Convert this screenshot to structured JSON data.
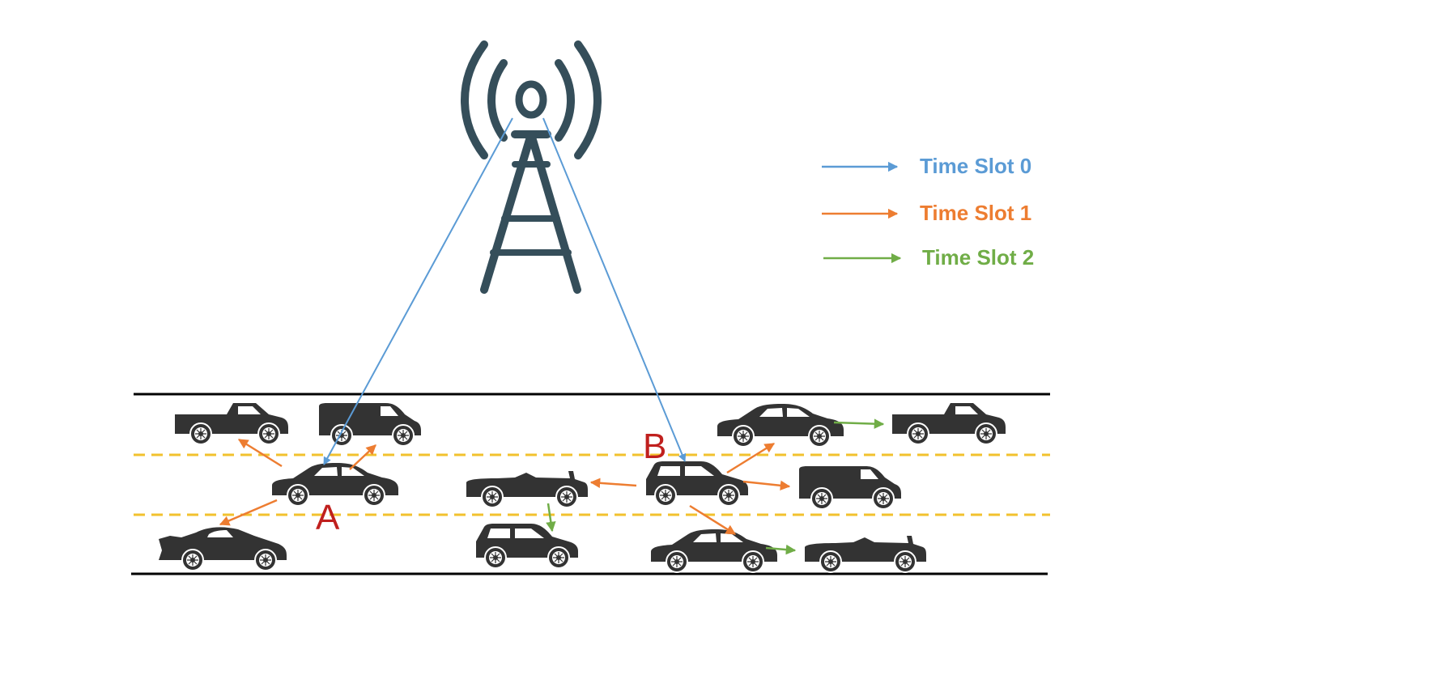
{
  "colors": {
    "slot0": "#5B9BD5",
    "slot1": "#ED7D31",
    "slot2": "#70AD47",
    "lane_divider": "#F2C12E",
    "road_edge": "#000000",
    "tower": "#354E5A",
    "vehicle": "#333333",
    "node_label": "#C0201E"
  },
  "legend": {
    "slot0": "Time Slot 0",
    "slot1": "Time Slot 1",
    "slot2": "Time Slot 2"
  },
  "nodes": {
    "a_label": "A",
    "b_label": "B"
  },
  "icons": {
    "tower": "cell-tower-icon",
    "vehicle": "car-icon"
  }
}
